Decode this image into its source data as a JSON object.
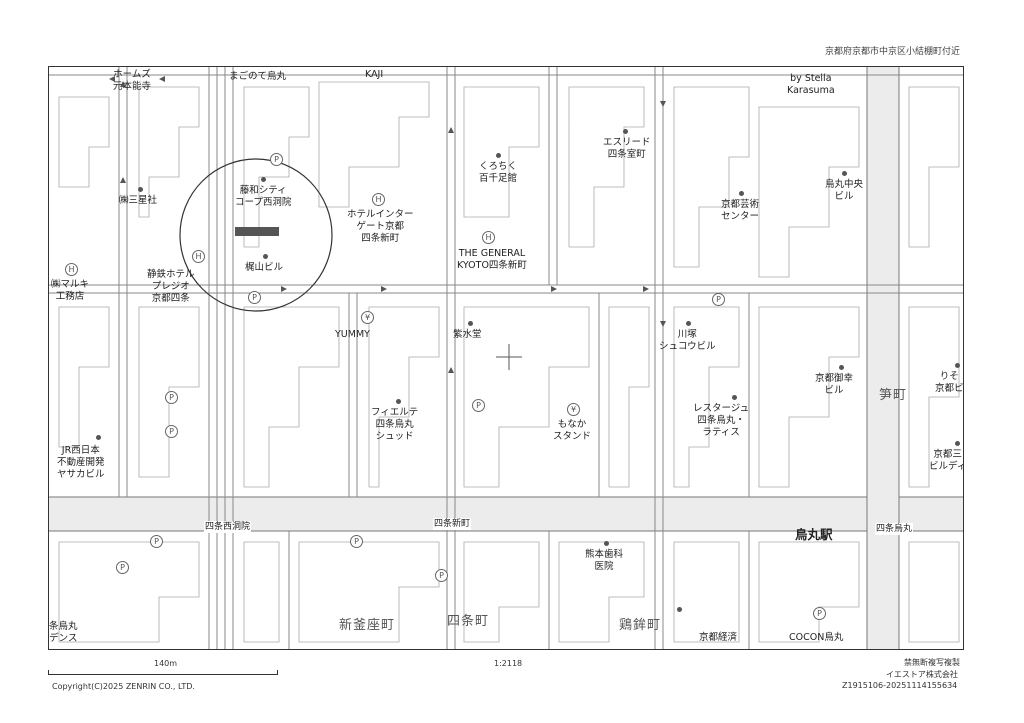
{
  "header": {
    "location": "京都府京都市中京区小結棚町付近"
  },
  "footer": {
    "scale_distance": "140m",
    "scale_ratio": "1:2118",
    "copyright": "Copyright(C)2025 ZENRIN CO., LTD.",
    "notice": "禁無断複写複製",
    "publisher": "イエストア株式会社",
    "code": "Z1915106-20251114155634"
  },
  "map": {
    "station": "烏丸駅",
    "areas": {
      "shinkamaza": "新釜座町",
      "shijo": "四条町",
      "niwahoko": "鶏鉾町",
      "kasamachi": "笋町"
    },
    "roads": {
      "shijo_nishinotoin": "四条西洞院",
      "shijo_shinmachi": "四条新町",
      "shijo_karasuma": "四条烏丸"
    },
    "pois": {
      "homes": "ホームズ\n元本能寺",
      "magonote": "まごのて烏丸",
      "kaji": "KAJI",
      "stella": "by Stella\nKarasuma",
      "sanseisha": "㈱三星社",
      "fujiwa": "藤和シティ\nコープ西洞院",
      "hotel_intergate": "ホテルインター\nゲート京都\n四条新町",
      "kurochiku": "くろちく\n百千足館",
      "esreed": "エスリード\n四条室町",
      "karasuma_chuo": "烏丸中央\nビル",
      "geijutsu": "京都芸術\nセンター",
      "general": "THE GENERAL\nKYOTO四条新町",
      "kajiyama": "梶山ビル",
      "maruki": "㈱マルキ\n工務店",
      "kintetsu_hotel": "静鉄ホテル\nプレジオ\n京都四条",
      "yummy": "YUMMY",
      "shisuido": "紫水堂",
      "kawazuka": "川塚\nシュコウビル",
      "gokou": "京都御幸\nビル",
      "riso": "りそ\n京都ビ",
      "jr_west": "JR西日本\n不動産開発\nヤサカビル",
      "fierte": "フィエルテ\n四条烏丸\nシュッド",
      "monaka": "もなか\nスタンド",
      "lestage": "レスタージュ\n四条烏丸・\nラティス",
      "kyoto_san": "京都三\nビルディ",
      "kumamoto": "熊本歯科\n医院",
      "shijo_karasuma_res": "条烏丸\nデンス",
      "kyoto_keizai": "京都経済",
      "cocon": "COCON烏丸"
    }
  }
}
